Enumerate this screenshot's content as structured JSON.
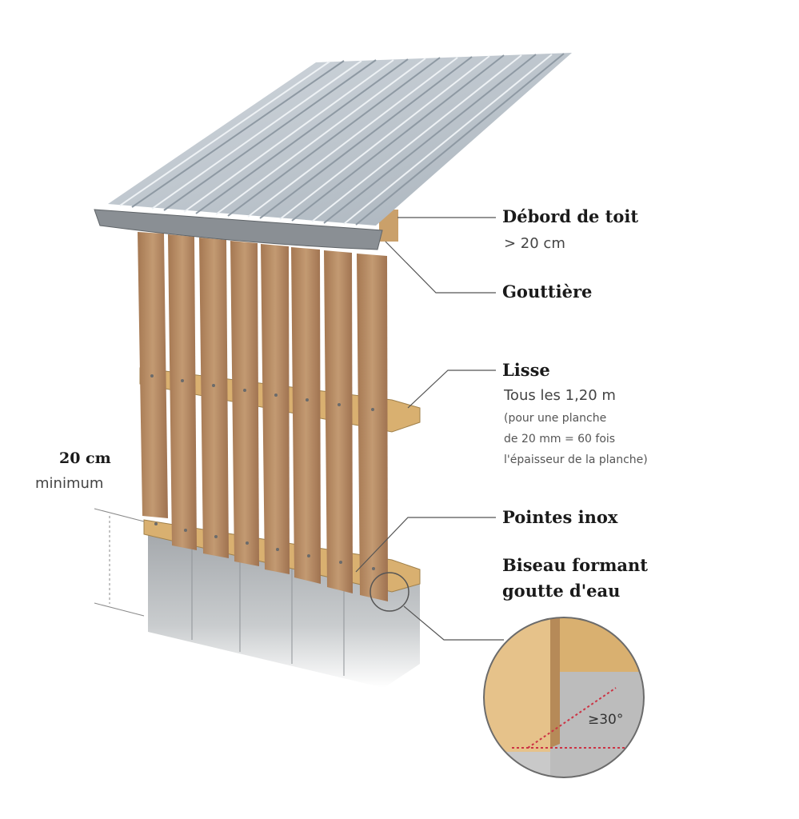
{
  "labels": {
    "debord_title": "Débord de toit",
    "debord_sub": "> 20 cm",
    "gouttiere_title": "Gouttière",
    "lisse_title": "Lisse",
    "lisse_sub": "Tous les 1,20 m",
    "lisse_note_1": "(pour une planche",
    "lisse_note_2": "de 20 mm = 60 fois",
    "lisse_note_3": "l'épaisseur de la planche)",
    "pointes_title": "Pointes inox",
    "biseau_title_1": "Biseau formant",
    "biseau_title_2": "goutte d'eau",
    "height_title": "20 cm",
    "height_sub": "minimum",
    "angle_label": "≥30°"
  },
  "colors": {
    "roof": "#b7c0c8",
    "wood": "#b98a62",
    "rail": "#d9b070",
    "concrete": "#a9adb1",
    "leader": "#555555"
  }
}
